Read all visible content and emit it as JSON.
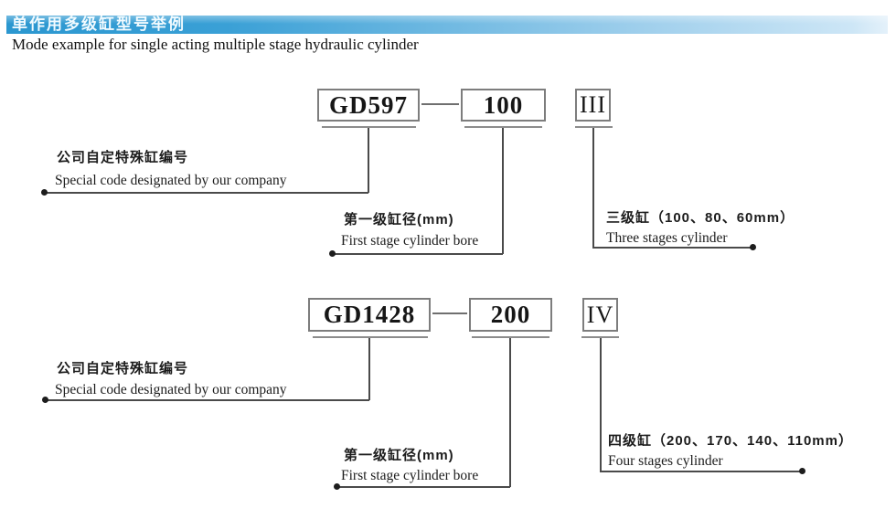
{
  "header": {
    "title_zh": "单作用多级缸型号举例",
    "subtitle_en": "Mode example for single acting multiple stage hydraulic cylinder",
    "bar_color_left": "#2b97d0",
    "bar_color_right": "#cde6f6"
  },
  "diagrams": [
    {
      "code": "GD597",
      "bore": "100",
      "stages": "III",
      "annotations": [
        {
          "zh": "公司自定特殊缸编号",
          "en": "Special code designated by our company"
        },
        {
          "zh": "第一级缸径(mm)",
          "en": "First stage cylinder bore"
        },
        {
          "zh": "三级缸（100、80、60mm）",
          "en": "Three stages cylinder"
        }
      ]
    },
    {
      "code": "GD1428",
      "bore": "200",
      "stages": "IV",
      "annotations": [
        {
          "zh": "公司自定特殊缸编号",
          "en": "Special code designated by our company"
        },
        {
          "zh": "第一级缸径(mm)",
          "en": "First stage cylinder bore"
        },
        {
          "zh": "四级缸（200、170、140、110mm）",
          "en": "Four stages cylinder"
        }
      ]
    }
  ]
}
